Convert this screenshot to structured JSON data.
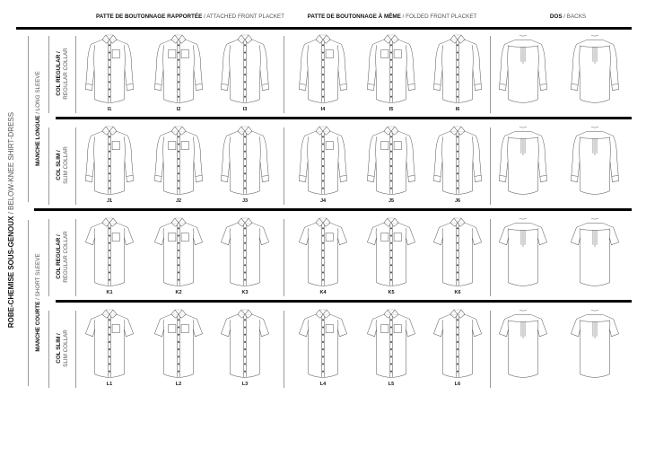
{
  "headers": [
    {
      "bold": "PATTE DE BOUTONNAGE RAPPORTÉE",
      "light": " / ATTACHED FRONT PLACKET"
    },
    {
      "bold": "PATTE DE BOUTONNAGE À MÊME",
      "light": " / FOLDED FRONT PLACKET"
    },
    {
      "bold": "DOS",
      "light": " / BACKS"
    }
  ],
  "side": {
    "main": {
      "bold": "ROBE-CHEMISE SOUS-GENOUX",
      "light": " / BELOW-KNEE SHIRT-DRESS"
    },
    "long": {
      "bold": "MANCHE LONGUE",
      "light": " / LONG SLEEVE"
    },
    "short": {
      "bold": "MANCHE COURTE",
      "light": " / SHORT SLEEVE"
    },
    "regular": {
      "bold": "COL REGULAR /",
      "light": "REGULAR COLLAR"
    },
    "slim": {
      "bold": "COL SLIM /",
      "light": "SLIM COLLAR"
    }
  },
  "rows": [
    {
      "sleeve": "long",
      "collar": "regular",
      "labels": [
        "I1",
        "I2",
        "I3",
        "I4",
        "I5",
        "I6"
      ]
    },
    {
      "sleeve": "long",
      "collar": "slim",
      "labels": [
        "J1",
        "J2",
        "J3",
        "J4",
        "J5",
        "J6"
      ]
    },
    {
      "sleeve": "short",
      "collar": "regular",
      "labels": [
        "K1",
        "K2",
        "K3",
        "K4",
        "K5",
        "K6"
      ]
    },
    {
      "sleeve": "short",
      "collar": "slim",
      "labels": [
        "L1",
        "L2",
        "L3",
        "L4",
        "L5",
        "L6"
      ]
    }
  ]
}
